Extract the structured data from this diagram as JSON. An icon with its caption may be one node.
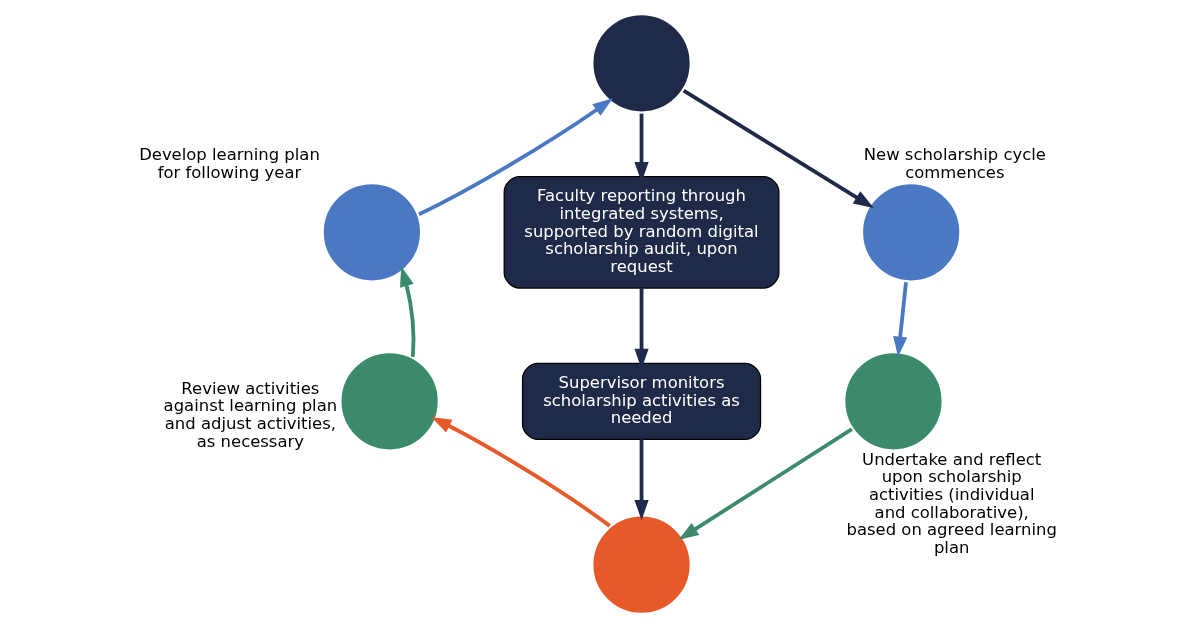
{
  "diagram": {
    "nodes": [
      {
        "text": [],
        "shape": "circle"
      },
      {
        "text": [],
        "shape": "circle",
        "beside": [
          "Develop learning plan for following year"
        ]
      },
      {
        "text": [],
        "shape": "circle",
        "beside": [
          "New scholarship cycle commences"
        ]
      },
      {
        "text": [
          "Faculty reporting through integrated systems, supported by random digital scholarship audit, upon request"
        ]
      },
      {
        "text": [
          "Supervisor monitors scholarship activities as needed"
        ]
      },
      {
        "text": [],
        "shape": "circle",
        "beside": [
          "Review activities against learning plan and adjust activities, as necessary"
        ]
      },
      {
        "text": [],
        "shape": "circle",
        "beside": [
          "Undertake and reflect upon scholarship activities (individual and collaborative), based on agreed learning plan"
        ]
      },
      {
        "text": [],
        "shape": "circle"
      }
    ],
    "edges": [
      {
        "from": 0,
        "to": 2,
        "arrow": "to"
      },
      {
        "from": 2,
        "to": 6,
        "arrow": "to",
        "color": "#4a78c2"
      },
      {
        "from": 6,
        "to": 7,
        "arrow": "to",
        "color": "#3b8a6a"
      },
      {
        "from": 7,
        "to": 5,
        "arrow": "to",
        "color": "#e8592a"
      },
      {
        "from": 5,
        "to": 1,
        "arrow": "to",
        "color": "#3b8a6a"
      },
      {
        "from": 1,
        "to": 0,
        "arrow": "to",
        "color": "#4a78c2"
      },
      {
        "from": 0,
        "to": 3,
        "arrow": "to"
      },
      {
        "from": 3,
        "to": 4,
        "arrow": "to"
      },
      {
        "from": 4,
        "to": 7,
        "arrow": "to"
      }
    ]
  }
}
